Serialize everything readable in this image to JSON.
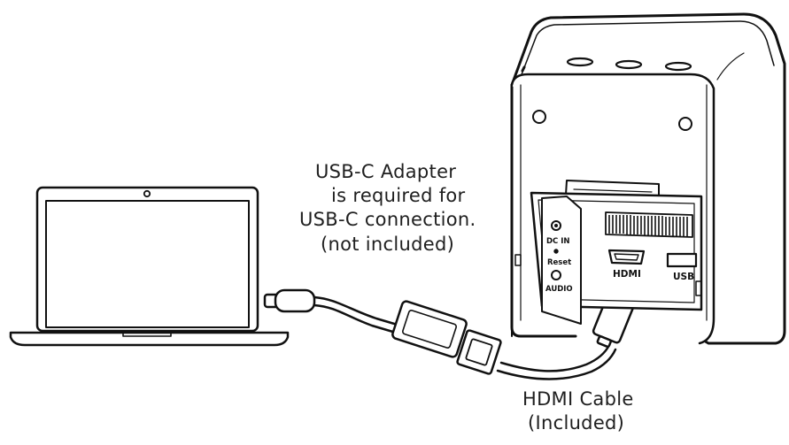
{
  "annotations": {
    "adapter_line1": "USB-C Adapter",
    "adapter_line2": "is required for",
    "adapter_line3": "USB-C connection.",
    "adapter_line4": "(not included)",
    "hdmi_line1": "HDMI Cable",
    "hdmi_line2": "(Included)"
  },
  "device_ports": {
    "dc_in": "DC IN",
    "reset": "Reset",
    "audio": "AUDIO",
    "hdmi": "HDMI",
    "usb": "USB"
  },
  "icons": [
    "laptop",
    "usb-c-adapter",
    "hdmi-cable",
    "projector-device",
    "usb-symbol"
  ]
}
